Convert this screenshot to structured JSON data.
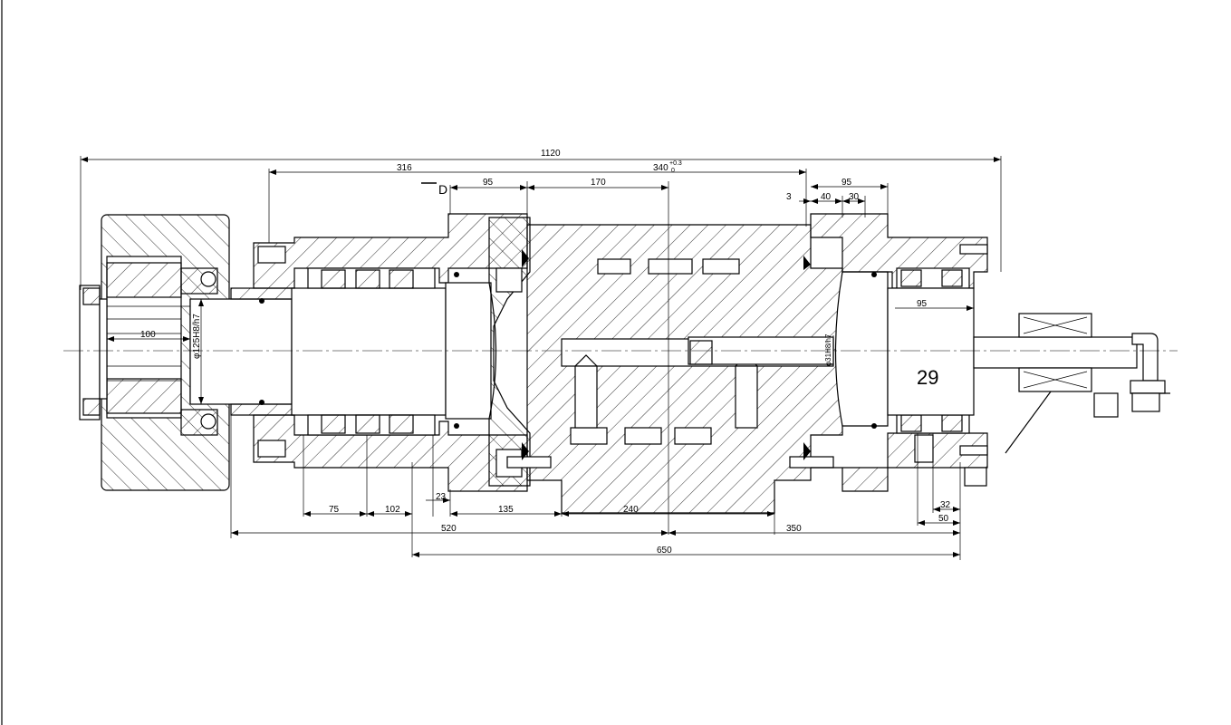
{
  "dimensions": {
    "overall": "1120",
    "d316": "316",
    "d340": "340",
    "d340_tol": "+0.3",
    "d340_tol_low": "0",
    "d95_left": "95",
    "d170": "170",
    "d95_right": "95",
    "d3": "3",
    "d40": "40",
    "d30": "30",
    "d95_lower": "95",
    "d100": "100",
    "dia125": "φ125H8/h7",
    "dia31": "φ31H8/h7",
    "d75": "75",
    "d102": "102",
    "d23": "23",
    "d135": "135",
    "d240": "240",
    "d520": "520",
    "d350": "350",
    "d650": "650",
    "d32": "32",
    "d50": "50"
  },
  "callout": "29",
  "section_mark": "D"
}
